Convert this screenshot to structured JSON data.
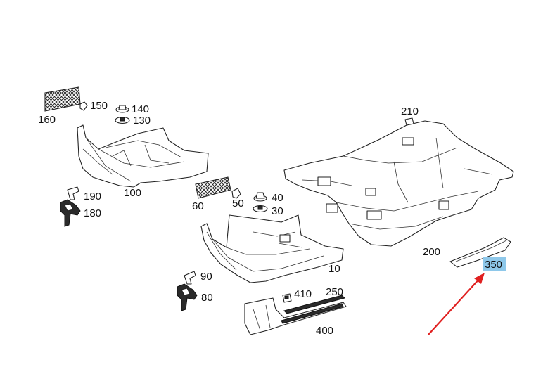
{
  "diagram": {
    "labels": {
      "p10": "10",
      "p30": "30",
      "p40": "40",
      "p50": "50",
      "p60": "60",
      "p80": "80",
      "p90": "90",
      "p100": "100",
      "p130": "130",
      "p140": "140",
      "p150": "150",
      "p160": "160",
      "p180": "180",
      "p190": "190",
      "p200": "200",
      "p210": "210",
      "p250": "250",
      "p350": "350",
      "p400": "400",
      "p410": "410"
    },
    "highlight": {
      "part": "350",
      "color": "#8ec8ea"
    },
    "arrow_color": "#e02020"
  }
}
